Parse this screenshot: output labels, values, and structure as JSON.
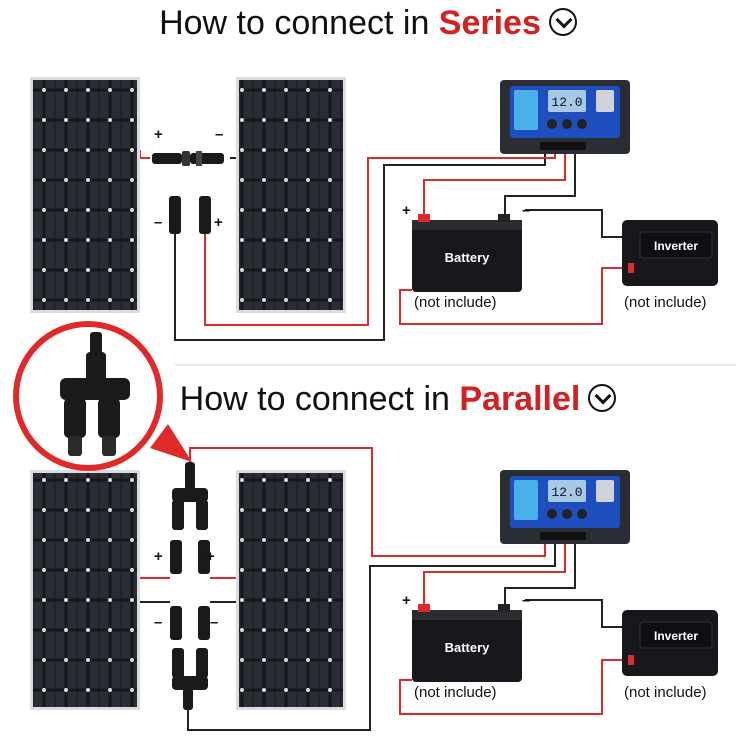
{
  "series": {
    "title_prefix": "How to connect in ",
    "title_highlight": "Series",
    "panel_plus": "+",
    "panel_minus": "–",
    "lower_minus": "–",
    "lower_plus": "+",
    "battery_plus": "+",
    "battery_minus": "–",
    "battery_label": "Battery",
    "battery_note": "(not include)",
    "inverter_label": "Inverter",
    "inverter_note": "(not include)",
    "controller_display": "12.0"
  },
  "parallel": {
    "title_prefix": "How to connect in ",
    "title_highlight": "Parallel",
    "plus_left": "+",
    "plus_right": "+",
    "minus_left": "–",
    "minus_right": "–",
    "battery_plus": "+",
    "battery_minus": "–",
    "battery_label": "Battery",
    "battery_note": "(not include)",
    "inverter_label": "Inverter",
    "inverter_note": "(not include)",
    "controller_display": "12.0"
  },
  "icons": {
    "title_chevron": "chevron-down-circle-icon",
    "zoom": "branch-connector-zoom-icon"
  },
  "colors": {
    "highlight": "#d42020",
    "wire_red": "#e02a2a",
    "wire_black": "#222222",
    "panel_cell": "#1b1d22",
    "controller_blue": "#1f4fbf"
  }
}
